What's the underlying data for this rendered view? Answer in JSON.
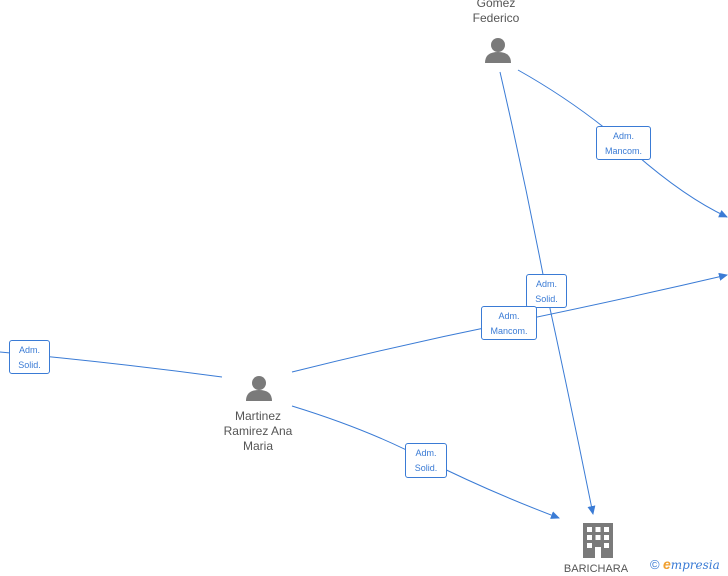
{
  "nodes": {
    "gomez": {
      "lines": [
        "Gomez",
        "Federico"
      ],
      "icon": "person-icon"
    },
    "martinez": {
      "lines": [
        "Martinez",
        "Ramirez Ana",
        "Maria"
      ],
      "icon": "person-icon"
    },
    "barichara": {
      "lines": [
        "BARICHARA"
      ],
      "icon": "building-icon"
    }
  },
  "edges": {
    "e1": {
      "lines": [
        "Adm.",
        "Mancom."
      ]
    },
    "e2": {
      "lines": [
        "Adm.",
        "Solid."
      ]
    },
    "e3": {
      "lines": [
        "Adm.",
        "Mancom."
      ]
    },
    "e4": {
      "lines": [
        "Adm.",
        "Solid."
      ]
    },
    "e5": {
      "lines": [
        "Adm.",
        "Solid."
      ]
    }
  },
  "colors": {
    "edge": "#3a7bd5",
    "icon": "#7a7a7a",
    "label": "#555555"
  },
  "watermark": {
    "copyright": "©",
    "brand_initial": "e",
    "brand_rest": "mpresia"
  }
}
